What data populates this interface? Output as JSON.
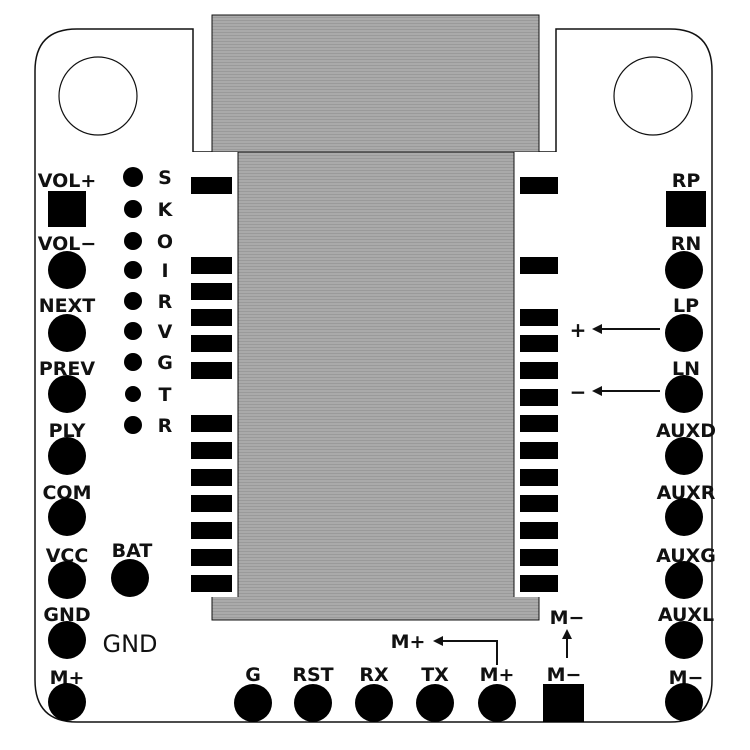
{
  "colors": {
    "board_fill": "#ffffff",
    "outline": "#111111",
    "module_fill": "#aaaaaa",
    "pad_fill": "#000000"
  },
  "left_header": {
    "labels": [
      "VOL+",
      "VOL−",
      "NEXT",
      "PREV",
      "PLY",
      "COM",
      "VCC",
      "GND",
      "M+"
    ]
  },
  "test_points": {
    "labels": [
      "S",
      "K",
      "O",
      "I",
      "R",
      "V",
      "G",
      "T",
      "R"
    ]
  },
  "bat_label": "BAT",
  "gnd_label": "GND",
  "right_header": {
    "labels": [
      "RP",
      "RN",
      "LP",
      "LN",
      "AUXD",
      "AUXR",
      "AUXG",
      "AUXL",
      "M−"
    ]
  },
  "lp_arrow_label": "+",
  "ln_arrow_label": "−",
  "bottom_header": {
    "labels": [
      "G",
      "RST",
      "RX",
      "TX",
      "M+",
      "M−"
    ]
  },
  "mplus_arrow_label": "M+",
  "mminus_arrow_label": "M−"
}
